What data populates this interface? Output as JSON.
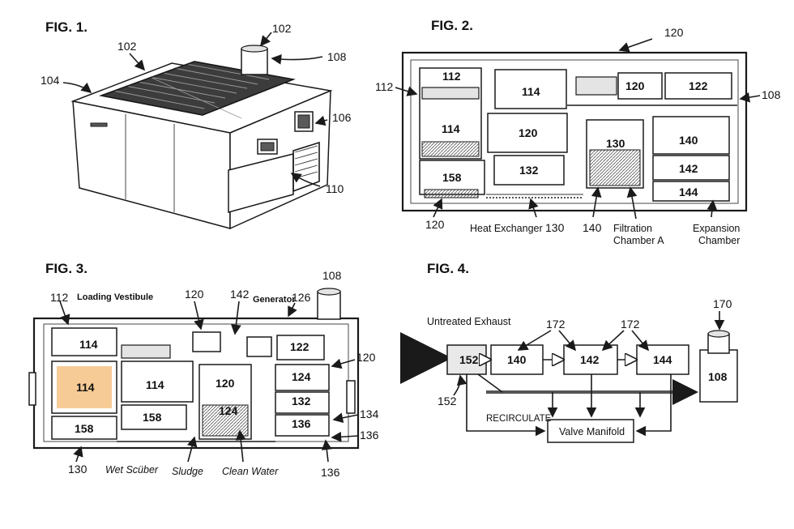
{
  "figures": [
    {
      "id": "fig1",
      "title": "FIG. 1.",
      "refs": [
        "102",
        "102",
        "108",
        "104",
        "106",
        "110"
      ]
    },
    {
      "id": "fig2",
      "title": "FIG. 2.",
      "refs": [
        "120",
        "112",
        "108",
        "120",
        "130",
        "140"
      ],
      "blocks": [
        "112",
        "114",
        "120",
        "122",
        "114",
        "120",
        "130",
        "140",
        "158",
        "132",
        "142",
        "144"
      ],
      "labels": {
        "heat_exchanger": "Heat Exchanger",
        "filtration": [
          "Filtration",
          "Chamber A"
        ],
        "expansion": [
          "Expansion",
          "Chamber"
        ]
      }
    },
    {
      "id": "fig3",
      "title": "FIG. 3.",
      "refs": [
        "108",
        "112",
        "120",
        "142",
        "126",
        "120",
        "134",
        "136",
        "130",
        "136"
      ],
      "blocks": [
        "114",
        "114",
        "114",
        "120",
        "122",
        "124",
        "132",
        "124",
        "136",
        "158",
        "158"
      ],
      "labels": {
        "loading_vestibule": "Loading Vestibule",
        "generator": "Generator",
        "wet_scrubber": "Wet Scüber",
        "sludge": "Sludge",
        "clean_water": "Clean Water"
      }
    },
    {
      "id": "fig4",
      "title": "FIG. 4.",
      "refs": [
        "170",
        "172",
        "172",
        "152"
      ],
      "blocks": [
        "152",
        "140",
        "142",
        "144",
        "108"
      ],
      "labels": {
        "untreated_exhaust": "Untreated Exhaust",
        "recirculate": "RECIRCULATE",
        "valve_manifold": "Valve Manifold"
      }
    }
  ],
  "colors": {
    "ink": "#1a1a1a",
    "fire": "#f0a040",
    "paper": "#ffffff"
  }
}
